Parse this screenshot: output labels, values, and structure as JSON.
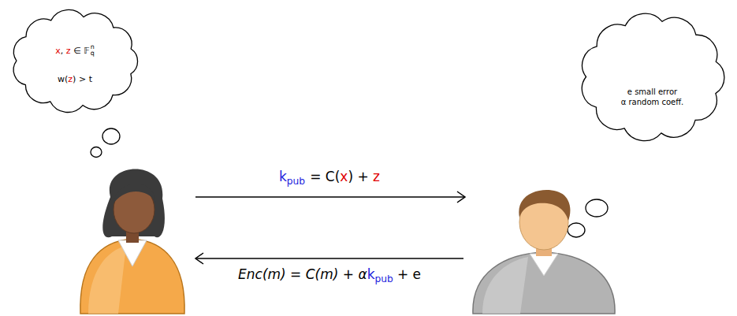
{
  "diagram": {
    "nodes": [
      {
        "text": [
          "x, z ∈ 𝔽",
          "q",
          "n",
          "w(z) > t"
        ]
      },
      {
        "text": [
          "e small error",
          "α random coeff."
        ]
      }
    ],
    "labels": [
      "k",
      "pub",
      "= C(x) + z",
      "Enc(m) = C(m) + α",
      "k",
      "pub",
      "+ e"
    ]
  }
}
